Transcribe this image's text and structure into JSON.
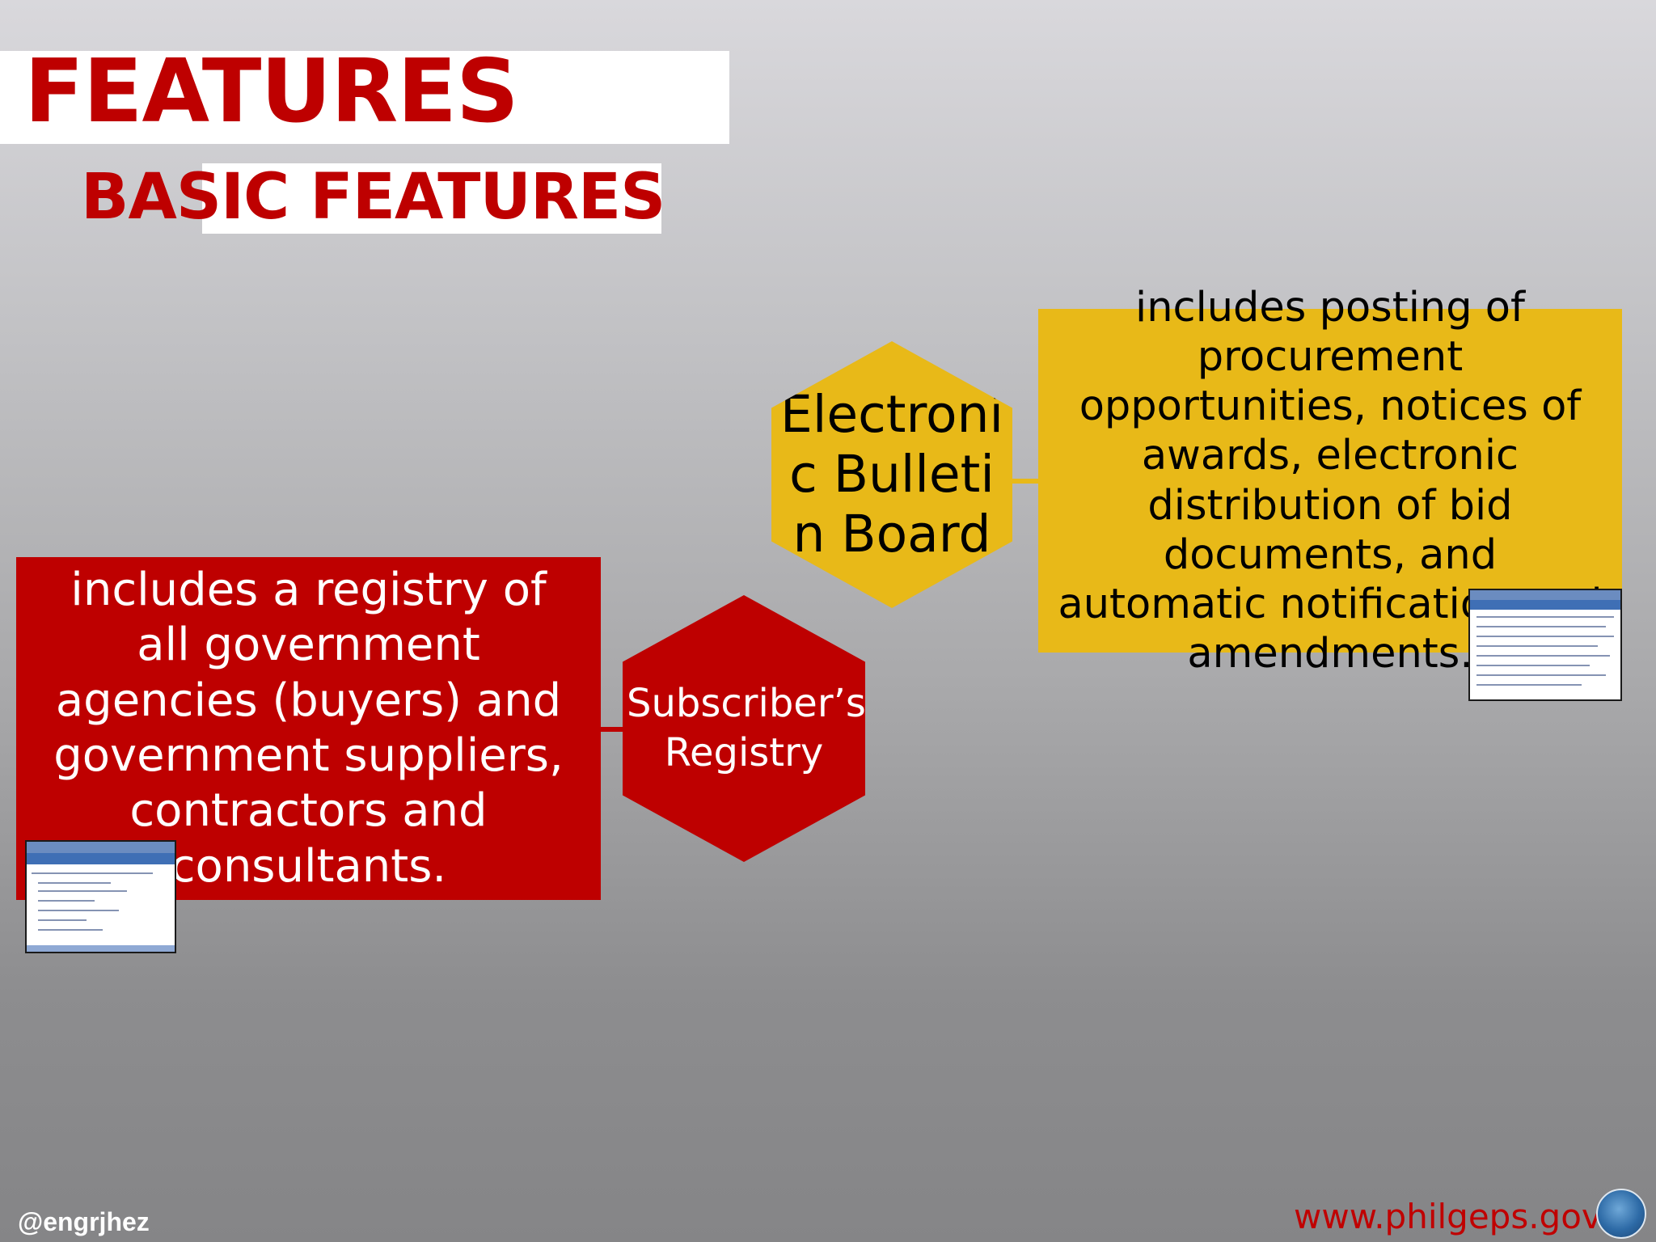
{
  "slide": {
    "title": "FEATURES",
    "subtitle": "BASIC FEATURES"
  },
  "subscribers_registry": {
    "label": "Subscriber’s Registry",
    "description": "includes a registry of all government agencies (buyers) and government suppliers, contractors and consultants."
  },
  "bulletin_board": {
    "label": "Electronic Bulletin Board",
    "description": "includes posting of procurement opportunities, notices of awards, electronic distribution of bid documents, and automatic notification and amendments."
  },
  "footer": {
    "handle": "@engrjhez",
    "url": "www.philgeps.gov."
  },
  "colors": {
    "red": "#be0000",
    "yellow": "#e8b918",
    "white": "#ffffff"
  }
}
